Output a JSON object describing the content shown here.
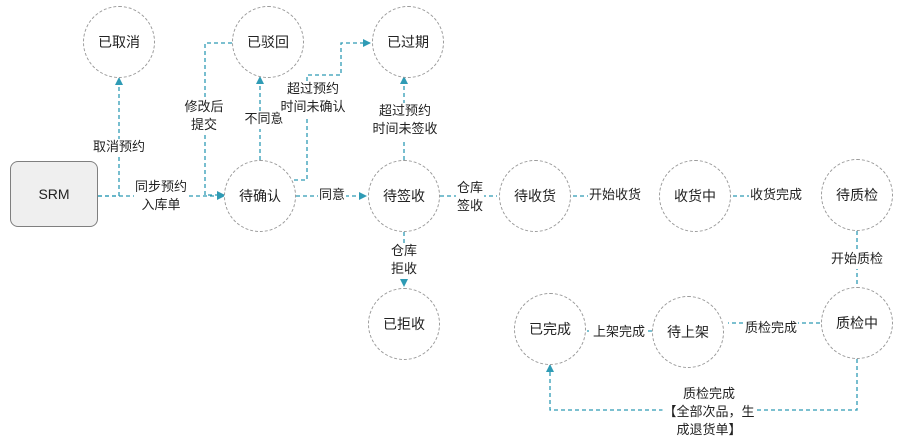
{
  "colors": {
    "edge": "#2f9bb5",
    "node_border": "#9a9a9a",
    "srm_fill": "#efefef"
  },
  "nodes": {
    "srm": "SRM",
    "cancelled": "已取消",
    "rejected_back": "已驳回",
    "expired": "已过期",
    "pending_confirm": "待确认",
    "pending_sign": "待签收",
    "pending_receive": "待收货",
    "receiving": "收货中",
    "pending_qc": "待质检",
    "warehouse_rejected": "已拒收",
    "qc_in_progress": "质检中",
    "pending_shelf": "待上架",
    "completed": "已完成"
  },
  "edge_labels": {
    "cancel_booking": "取消预约",
    "sync_booking": "同步预约\n入库单",
    "modify_submit": "修改后\n提交",
    "disagree": "不同意",
    "timeout_unconfirmed": "超过预约\n时间未确认",
    "agree": "同意",
    "timeout_unsigned": "超过预约\n时间未签收",
    "warehouse_sign": "仓库\n签收",
    "warehouse_reject": "仓库\n拒收",
    "start_receive": "开始收货",
    "receive_done": "收货完成",
    "start_qc": "开始质检",
    "qc_done": "质检完成",
    "shelf_done": "上架完成",
    "qc_done_all_defective": "质检完成\n【全部次品，生\n成退货单】"
  }
}
